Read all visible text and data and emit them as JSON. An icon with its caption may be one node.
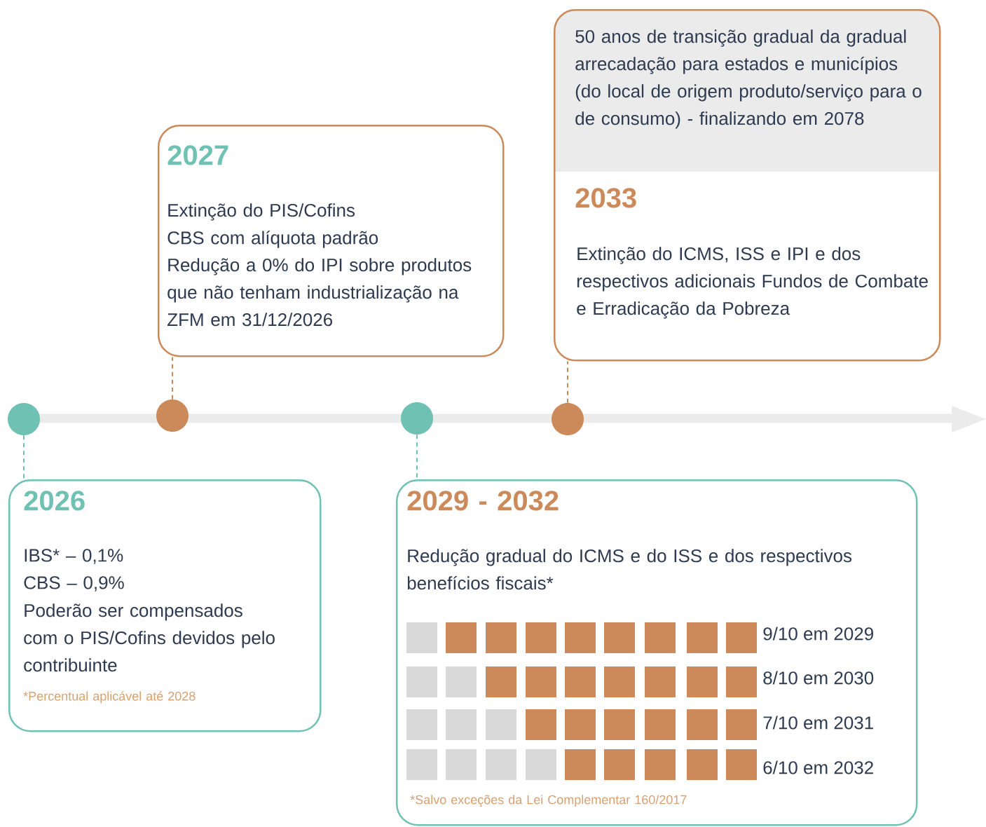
{
  "diagram": {
    "nodes": [
      {
        "text": [],
        "shape": "circle"
      },
      {
        "text": [],
        "shape": "circle"
      },
      {
        "text": [],
        "shape": "circle"
      },
      {
        "text": [],
        "shape": "circle"
      },
      {
        "text": [
          "2027",
          "Extinção do PIS/Cofins",
          "CBS com alíquota padrão",
          "Redução a 0% do IPI sobre produtos que não tenham industrialização na ZFM em 31/12/2026"
        ]
      },
      {
        "text": [
          "50 anos de transição gradual da gradual arrecadação para estados e municípios (do local de origem produto/serviço para o de consumo) - finalizando em 2078",
          "2033",
          "Extinção do ICMS, ISS e IPI e dos respectivos adicionais Fundos de Combate e Erradicação da Pobreza"
        ]
      },
      {
        "text": [
          "2026",
          "IBS* – 0,1%",
          "CBS – 0,9%",
          "Poderão ser compensados com o PIS/Cofins devidos pelo contribuinte",
          "*Percentual aplicável até 2028"
        ]
      },
      {
        "text": [
          "2029 - 2032",
          "Redução gradual do ICMS e do ISS e dos respectivos benefícios fiscais*",
          "9/10 em 2029",
          "8/10 em 2030",
          "7/10 em 2031",
          "6/10 em 2032",
          "*Salvo exceções da Lei Complementar 160/2017"
        ]
      }
    ],
    "edges": [
      {
        "from": 0,
        "to": 6,
        "arrow": "none",
        "style": "dashed",
        "color": "#6fc1b3"
      },
      {
        "from": 1,
        "to": 4,
        "arrow": "none",
        "style": "dashed",
        "color": "#cc8a5a"
      },
      {
        "from": 2,
        "to": 7,
        "arrow": "none",
        "style": "dashed",
        "color": "#6fc1b3"
      },
      {
        "from": 3,
        "to": 5,
        "arrow": "none",
        "style": "dashed",
        "color": "#cc8a5a"
      }
    ]
  }
}
